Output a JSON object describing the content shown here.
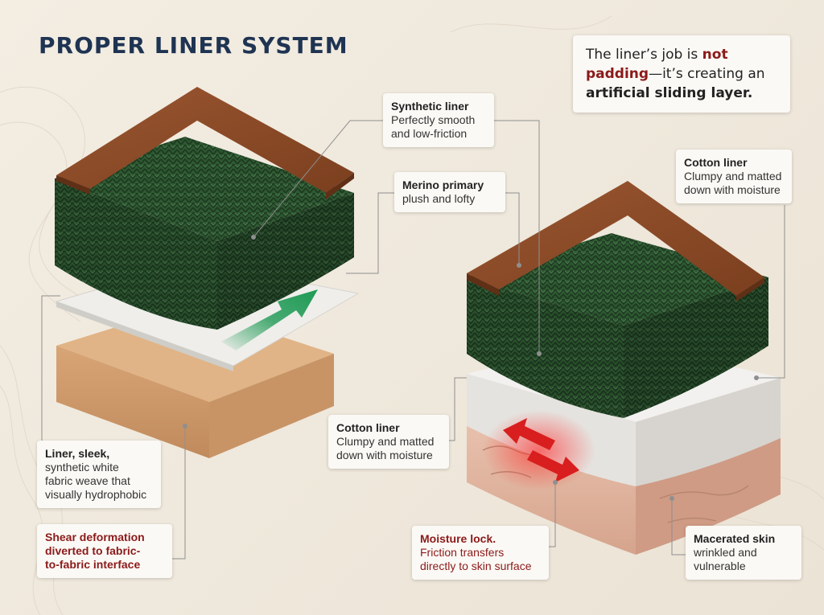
{
  "title": "PROPER LINER SYSTEM",
  "quote": {
    "part1": "The liner’s job is ",
    "emphasis": "not padding",
    "part2": "—it’s creating an ",
    "bold": "artificial sliding layer."
  },
  "callouts": {
    "synthetic_liner": {
      "heading": "Synthetic liner",
      "line1": "Perfectly smooth",
      "line2": "and low-friction"
    },
    "merino_primary": {
      "heading": "Merino primary",
      "line1": "plush and lofty"
    },
    "cotton_liner_right": {
      "heading": "Cotton liner",
      "line1": "Clumpy and matted",
      "line2": "down with moisture"
    },
    "cotton_liner_mid": {
      "heading": "Cotton liner",
      "line1": "Clumpy and matted",
      "line2": "down with moisture"
    },
    "liner_sleek": {
      "heading": "Liner, sleek,",
      "line1": "synthetic white",
      "line2": "fabric weave that",
      "line3": "visually hydrophobic"
    },
    "shear": {
      "line1": "Shear deformation",
      "line2": "diverted to fabric-",
      "line3": "to-fabric interface"
    },
    "moisture_lock": {
      "heading": "Moisture lock.",
      "line1": "Friction transfers",
      "line2": "directly to skin surface"
    },
    "macerated": {
      "heading": "Macerated skin",
      "line1": "wrinkled and",
      "line2": "vulnerable"
    }
  },
  "colors": {
    "title": "#1f3452",
    "leather": "#8a4a26",
    "knit": "#2f5a32",
    "liner": "#ecebe8",
    "foam": "#d9a77a",
    "skin": "#e4b9a4",
    "arrow_green": "#1f9a55",
    "arrow_red": "#d81e1e",
    "warning_text": "#8b1a1a"
  }
}
